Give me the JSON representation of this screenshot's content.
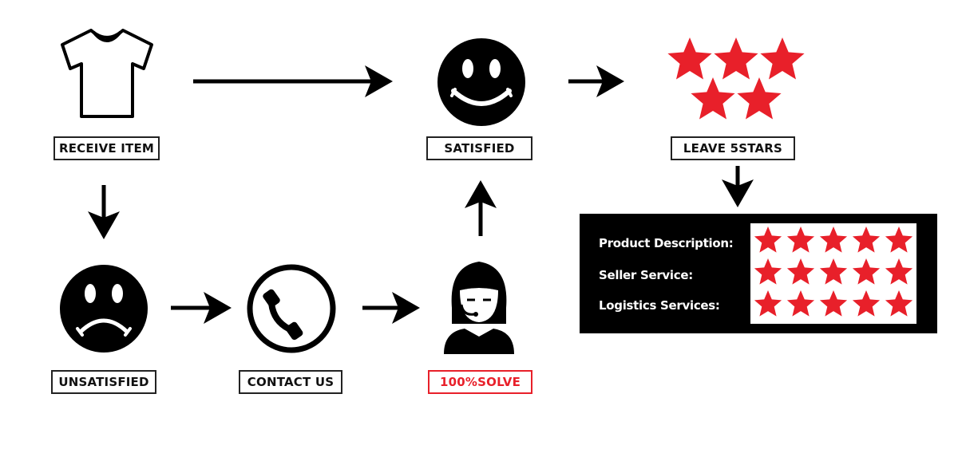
{
  "steps": {
    "receive_item": "RECEIVE ITEM",
    "satisfied": "SATISFIED",
    "leave_stars": "LEAVE 5STARS",
    "unsatisfied": "UNSATISFIED",
    "contact_us": "CONTACT US",
    "solve": "100%SOLVE"
  },
  "ratings": {
    "rows": [
      {
        "label": "Product Description:",
        "stars": 5
      },
      {
        "label": "Seller Service:",
        "stars": 5
      },
      {
        "label": "Logistics Services:",
        "stars": 5
      }
    ]
  },
  "colors": {
    "star": "#e8202a",
    "solve_accent": "#e8202a",
    "ink": "#000000"
  },
  "icons": [
    "tshirt-icon",
    "happy-face-icon",
    "stars-cluster-icon",
    "sad-face-icon",
    "phone-icon",
    "support-agent-icon"
  ]
}
